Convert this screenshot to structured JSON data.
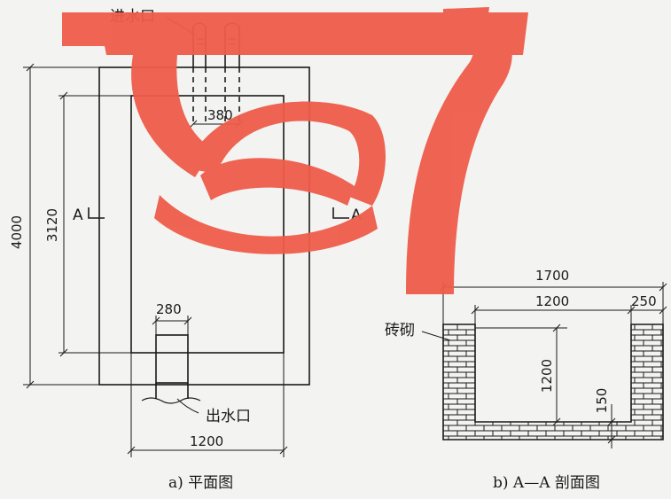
{
  "plan": {
    "inlet_label": "进水口",
    "outlet_label": "出水口",
    "dim_total_height": "4000",
    "dim_inner_height": "3120",
    "dim_inlet_width": "380",
    "dim_outlet_width": "280",
    "dim_bottom_width": "1200",
    "section_mark_left": "A",
    "section_mark_right": "A",
    "caption": "a) 平面图"
  },
  "section": {
    "dim_total_width": "1700",
    "dim_inner_width": "1200",
    "dim_wall": "250",
    "dim_depth": "1200",
    "dim_floor": "150",
    "material_label": "砖砌",
    "caption": "b) A—A 剖面图"
  },
  "colors": {
    "line": "#1a1a1a",
    "watermark": "#ee5c4a",
    "paper": "#f3f3f1"
  },
  "watermark_icon": "red-logo-watermark"
}
